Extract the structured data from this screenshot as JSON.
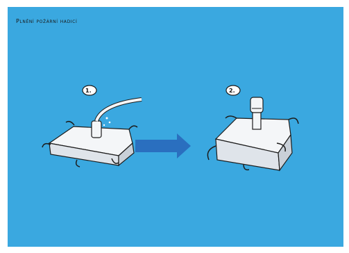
{
  "title": "Plnění požární hadicí",
  "steps": [
    {
      "number": "1."
    },
    {
      "number": "2."
    }
  ],
  "colors": {
    "background": "#3aa8e0",
    "arrow": "#2a6fbf",
    "bag_fill": "#f4f6f8",
    "outline": "#1c1c1c"
  },
  "icons": [
    "fire-hose-filling-bag",
    "arrow-right",
    "filled-bag-with-cap"
  ]
}
